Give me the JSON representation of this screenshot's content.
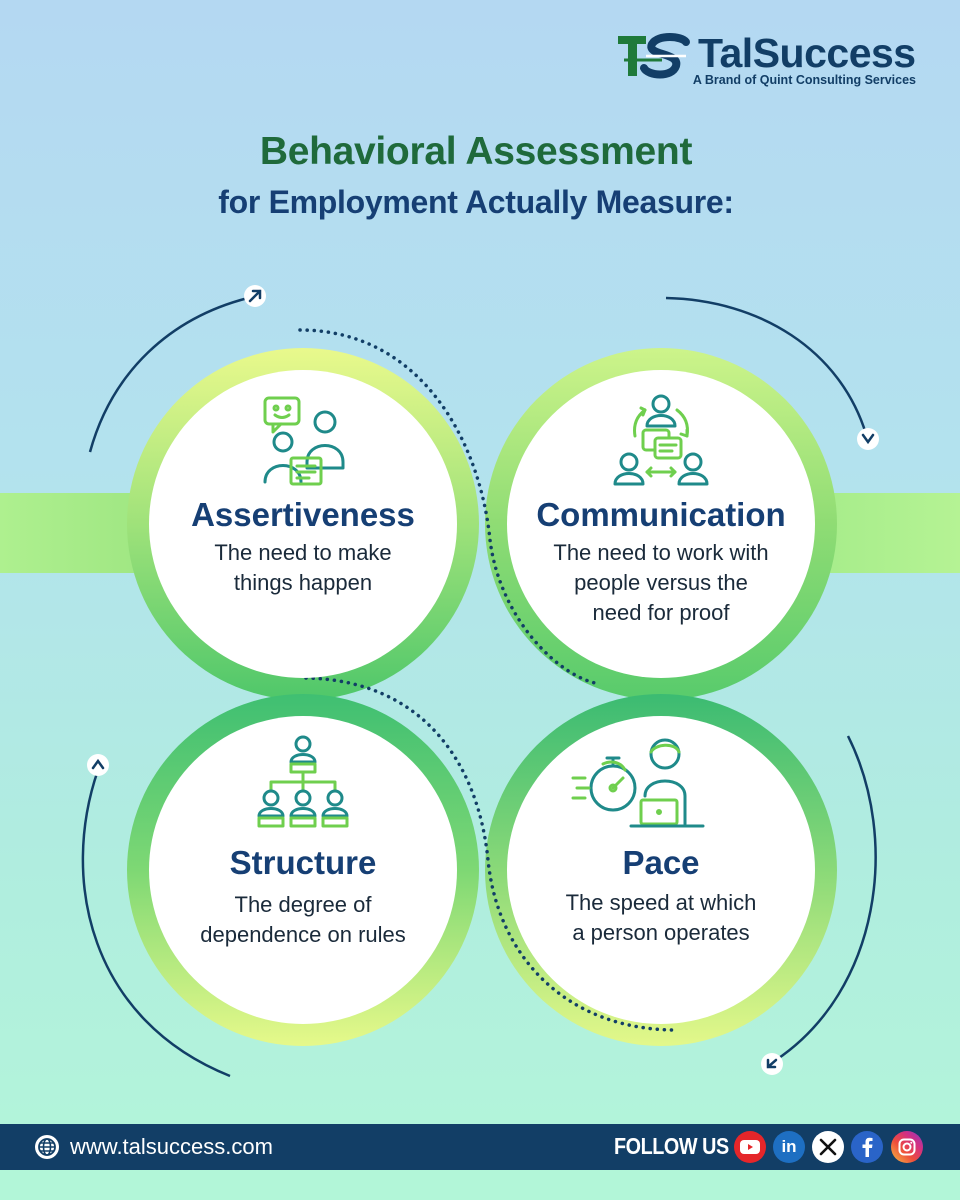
{
  "brand": {
    "name": "TalSuccess",
    "tagline": "A Brand of Quint Consulting Services",
    "colors": {
      "navy": "#123e66",
      "green": "#1f6a3b",
      "accent_green": "#7fd95c",
      "light_green": "#e6f98a"
    }
  },
  "heading": {
    "line1": "Behavioral Assessment",
    "line2": "for Employment Actually Measure:"
  },
  "cards": [
    {
      "icon": "team-feedback-icon",
      "title": "Assertiveness",
      "description": [
        "The need to make",
        "things happen"
      ]
    },
    {
      "icon": "communication-cycle-icon",
      "title": "Communication",
      "description": [
        "The need to work with",
        "people versus the",
        "need for proof"
      ]
    },
    {
      "icon": "hierarchy-icon",
      "title": "Structure",
      "description": [
        "The degree of",
        "dependence on rules"
      ]
    },
    {
      "icon": "speed-worker-icon",
      "title": "Pace",
      "description": [
        "The speed at which",
        "a person operates"
      ]
    }
  ],
  "footer": {
    "website": "www.talsuccess.com",
    "follow_label": "FOLLOW US",
    "social": [
      "youtube-icon",
      "linkedin-icon",
      "x-icon",
      "facebook-icon",
      "instagram-icon"
    ],
    "linkedin_glyph": "in"
  }
}
